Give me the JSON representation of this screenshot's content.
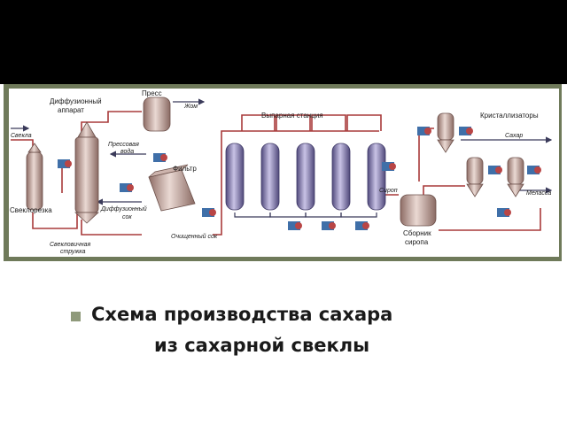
{
  "diagram": {
    "labels": {
      "svekla": "Свекла",
      "sveklorezka": "Свеклорезка",
      "sveklovichnaya_struzhka_1": "Свекловичная",
      "sveklovichnaya_struzhka_2": "стружка",
      "diffuzionny_apparat_1": "Диффузионный",
      "diffuzionny_apparat_2": "аппарат",
      "press": "Пресс",
      "zhom": "Жом",
      "pressovaya_voda_1": "Прессовая",
      "pressovaya_voda_2": "вода",
      "filtr": "Фильтр",
      "diffuzionny_sok_1": "Диффузионный",
      "diffuzionny_sok_2": "сок",
      "ochishchenny_sok": "Очищенный сок",
      "vyparnaya_stantsiya": "Выпарная станция",
      "sirop": "Сироп",
      "sbornik_siropa_1": "Сборник",
      "sbornik_siropa_2": "сиропа",
      "kristallizatory": "Кристаллизаторы",
      "sakhar": "Сахар",
      "melassa": "Меласса"
    },
    "colors": {
      "vessel": "#b49088",
      "evaporator": "#7e74a8",
      "pipe_red": "#a83a3a",
      "pipe_dark": "#3a3a5a",
      "pump_blue": "#3f6fa8",
      "pump_red": "#b94545"
    }
  },
  "caption": {
    "line1": "Схема производства сахара",
    "line2": "из сахарной свеклы"
  }
}
